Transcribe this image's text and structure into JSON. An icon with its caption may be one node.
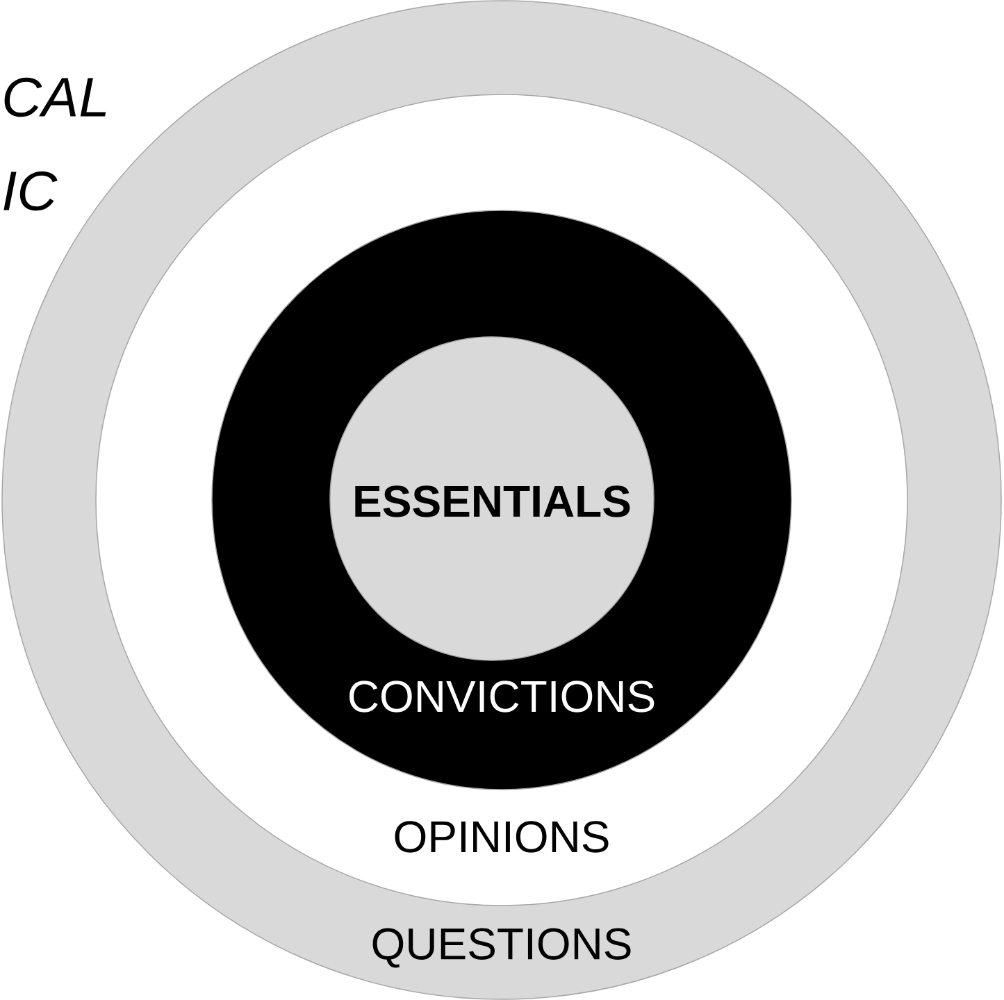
{
  "diagram": {
    "nodes": [
      {
        "text": [
          "QUESTIONS"
        ]
      },
      {
        "text": [
          "OPINIONS"
        ],
        "in": 0
      },
      {
        "text": [
          "CONVICTIONS"
        ],
        "in": 1
      },
      {
        "text": [
          "ESSENTIALS"
        ],
        "in": 2
      }
    ],
    "labels": [
      "CAL",
      "IC"
    ]
  }
}
